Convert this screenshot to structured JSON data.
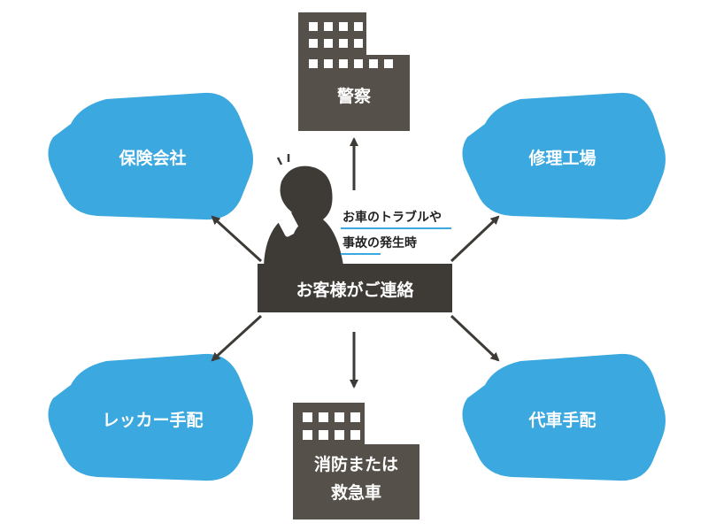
{
  "center": {
    "label": "お客様がご連絡",
    "sublines": [
      "お車のトラブルや",
      "事故の発生時"
    ]
  },
  "nodes": {
    "police": "警察",
    "insurance": "保険会社",
    "repair": "修理工場",
    "tow": "レッカー手配",
    "substitute": "代車手配",
    "fire_line1": "消防または",
    "fire_line2": "救急車"
  },
  "colors": {
    "hexagon": "#3ba8e0",
    "building": "#555049",
    "center_box": "#3e3a36",
    "arrow": "#3e3a36",
    "underline": "#3ba8e0"
  }
}
